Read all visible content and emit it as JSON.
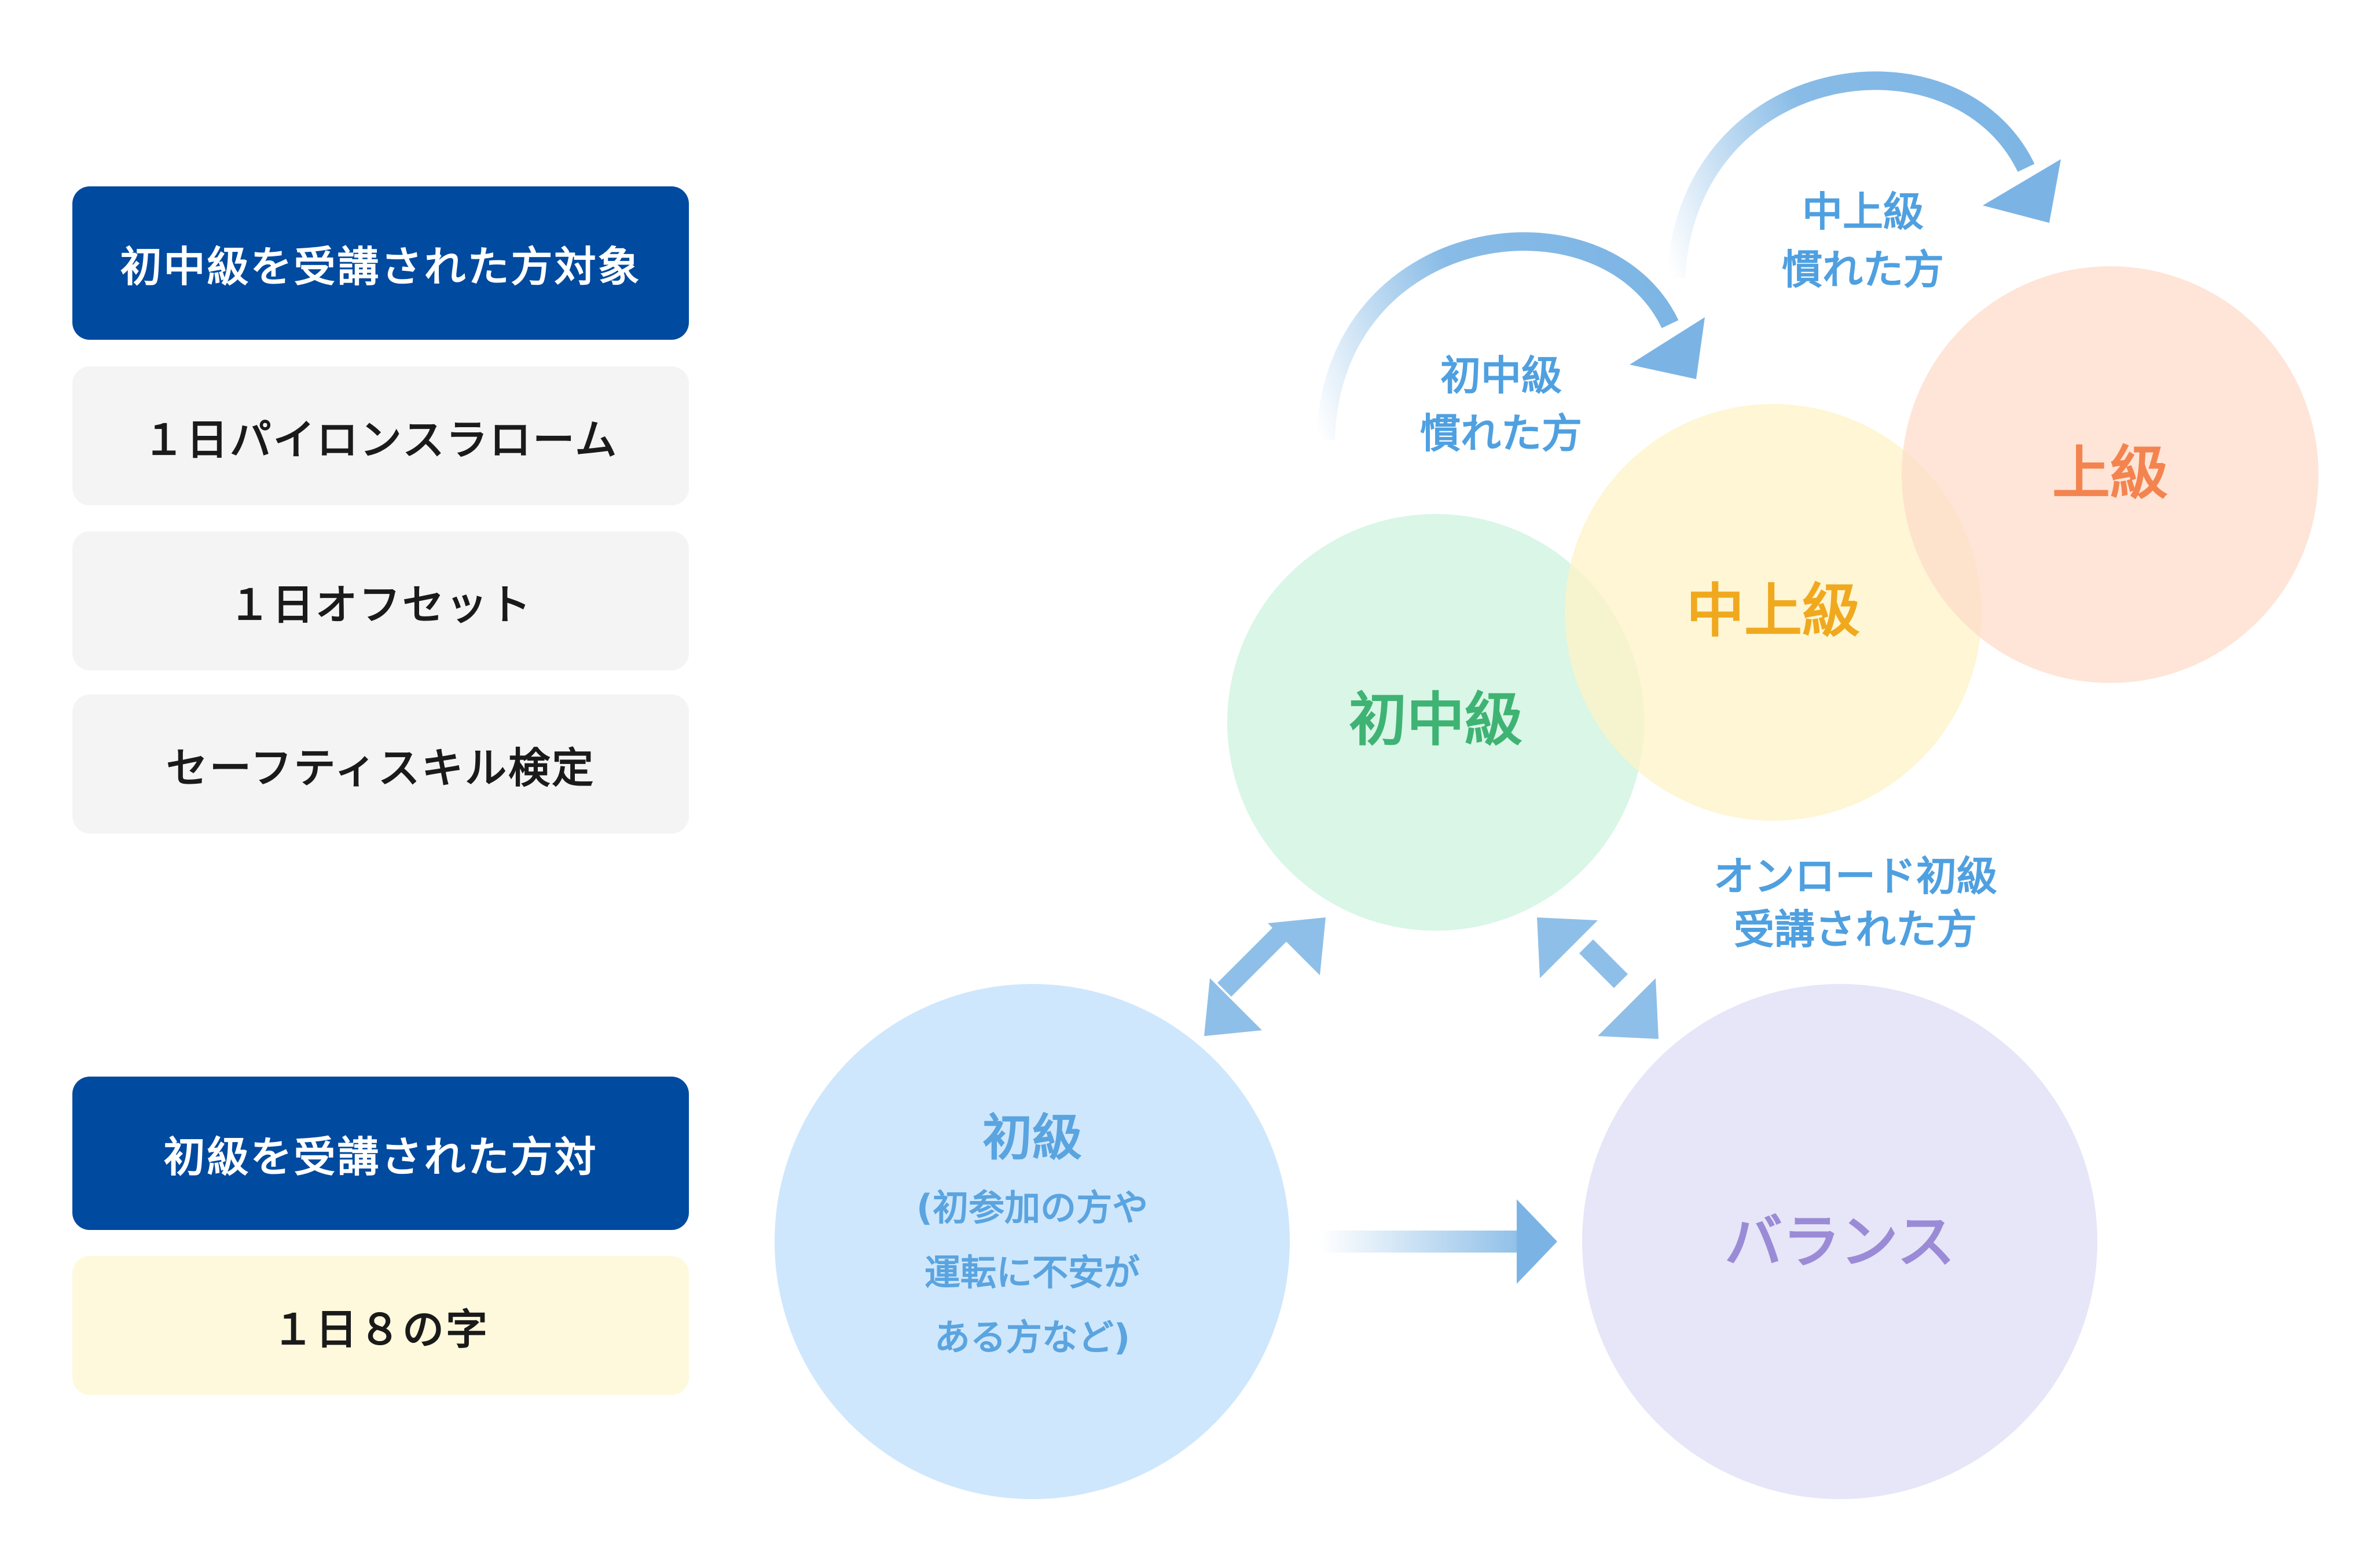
{
  "panel_top": {
    "header": "初中級を受講された方対象",
    "items": [
      "１日パイロンスラローム",
      "１日オフセット",
      "セーフティスキル検定"
    ]
  },
  "panel_bottom": {
    "header": "初級を受講された方対",
    "items": [
      "１日８の字"
    ]
  },
  "circles": {
    "beginner": {
      "title": "初級",
      "sub": [
        "(初参加の方や",
        "運転に不安が",
        "ある方など)"
      ],
      "fill": "#cfe7fc",
      "text_color": "#5aa4e0"
    },
    "balance": {
      "title": "バランス",
      "fill": "#e6e6f8",
      "text_color": "#9b8bd6"
    },
    "lower_intermediate": {
      "title": "初中級",
      "fill": "#d5f5e4",
      "text_color": "#3fb373"
    },
    "upper_intermediate": {
      "title": "中上級",
      "fill": "#fef3c5",
      "text_color": "#f0a91e"
    },
    "advanced": {
      "title": "上級",
      "fill": "#fedcca",
      "text_color": "#f4844f"
    }
  },
  "arrow_labels": {
    "to_upper_intermediate": [
      "初中級",
      "慣れた方"
    ],
    "to_advanced": [
      "中上級",
      "慣れた方"
    ],
    "onroad": [
      "オンロード初級",
      "受講された方"
    ]
  },
  "colors": {
    "arrow": "#7bb4e4",
    "arrow_label": "#4fa0e0",
    "header_bg": "#004a9f"
  }
}
